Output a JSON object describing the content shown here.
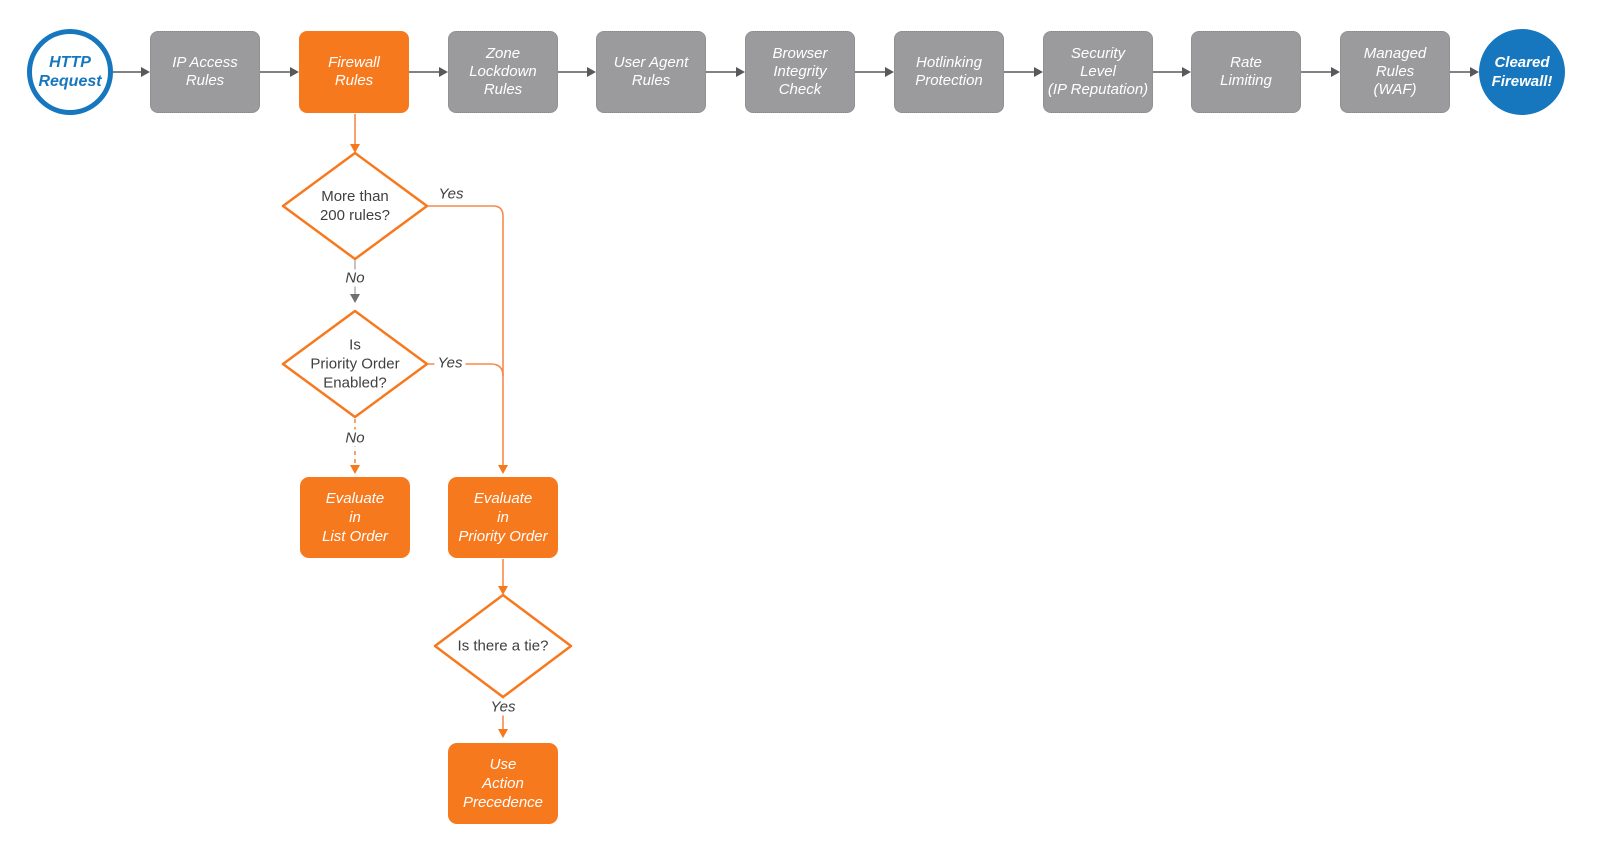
{
  "nodes": {
    "start": "HTTP\nRequest",
    "end": "Cleared\nFirewall!"
  },
  "pipeline": [
    {
      "id": "ip-access-rules",
      "label": "IP Access\nRules",
      "highlighted": false
    },
    {
      "id": "firewall-rules",
      "label": "Firewall\nRules",
      "highlighted": true
    },
    {
      "id": "zone-lockdown-rules",
      "label": "Zone\nLockdown\nRules",
      "highlighted": false
    },
    {
      "id": "user-agent-rules",
      "label": "User Agent\nRules",
      "highlighted": false
    },
    {
      "id": "browser-integrity-check",
      "label": "Browser\nIntegrity\nCheck",
      "highlighted": false
    },
    {
      "id": "hotlinking-protection",
      "label": "Hotlinking\nProtection",
      "highlighted": false
    },
    {
      "id": "security-level",
      "label": "Security\nLevel\n(IP Reputation)",
      "highlighted": false
    },
    {
      "id": "rate-limiting",
      "label": "Rate\nLimiting",
      "highlighted": false
    },
    {
      "id": "managed-rules-waf",
      "label": "Managed\nRules\n(WAF)",
      "highlighted": false
    }
  ],
  "decisions": [
    {
      "id": "more-than-200-rules",
      "label": "More than\n200 rules?"
    },
    {
      "id": "priority-order-enabled",
      "label": "Is\nPriority Order\nEnabled?"
    },
    {
      "id": "is-there-a-tie",
      "label": "Is there a tie?"
    }
  ],
  "actions": [
    {
      "id": "evaluate-list-order",
      "label": "Evaluate\nin\nList Order"
    },
    {
      "id": "evaluate-priority-order",
      "label": "Evaluate\nin\nPriority Order"
    },
    {
      "id": "use-action-precedence",
      "label": "Use\nAction\nPrecedence"
    }
  ],
  "edge_labels": [
    {
      "id": "decision1-yes",
      "text": "Yes"
    },
    {
      "id": "decision1-no",
      "text": "No"
    },
    {
      "id": "decision2-yes",
      "text": "Yes"
    },
    {
      "id": "decision2-no",
      "text": "No"
    },
    {
      "id": "decision3-yes",
      "text": "Yes"
    }
  ],
  "colors": {
    "accent_orange": "#F7791E",
    "accent_blue": "#1677BE",
    "step_gray": "#9B9B9D",
    "connector_dark": "#58595B",
    "text_dark": "#3F3F41",
    "background": "#FFFFFF"
  }
}
